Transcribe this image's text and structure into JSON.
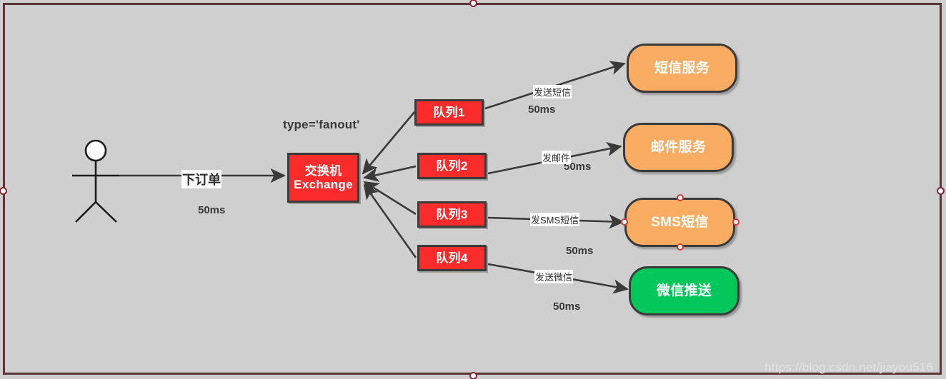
{
  "canvas": {
    "background_color": "#cfcfcf",
    "frame_color": "#5c3438",
    "handle_color": "#8b2230"
  },
  "watermark": {
    "text": "https://blog.csdn.net/jiayou516"
  },
  "actor": {
    "name": "user-actor",
    "label": ""
  },
  "annotations": {
    "fanout_type": "type='fanout'"
  },
  "exchange": {
    "line1": "交换机",
    "line2": "Exchange",
    "fill": "#FA2B2B"
  },
  "queues": [
    {
      "label": "队列1",
      "fill": "#FA2B2B"
    },
    {
      "label": "队列2",
      "fill": "#FA2B2B"
    },
    {
      "label": "队列3",
      "fill": "#FA2B2B"
    },
    {
      "label": "队列4",
      "fill": "#FA2B2B"
    }
  ],
  "services": [
    {
      "label": "短信服务",
      "fill": "#F9AC62",
      "selected": false
    },
    {
      "label": "邮件服务",
      "fill": "#F9AC62",
      "selected": false
    },
    {
      "label": "SMS短信",
      "fill": "#F9AC62",
      "selected": true
    },
    {
      "label": "微信推送",
      "fill": "#03C75A",
      "selected": false
    }
  ],
  "edges": {
    "order": {
      "caption": "下订单",
      "latency": "50ms"
    },
    "sms": {
      "caption": "发送短信",
      "latency": "50ms"
    },
    "mail": {
      "caption": "发邮件",
      "latency": "50ms"
    },
    "smssrv": {
      "caption": "发SMS短信",
      "latency": "50ms"
    },
    "wechat": {
      "caption": "发送微信",
      "latency": "50ms"
    }
  }
}
